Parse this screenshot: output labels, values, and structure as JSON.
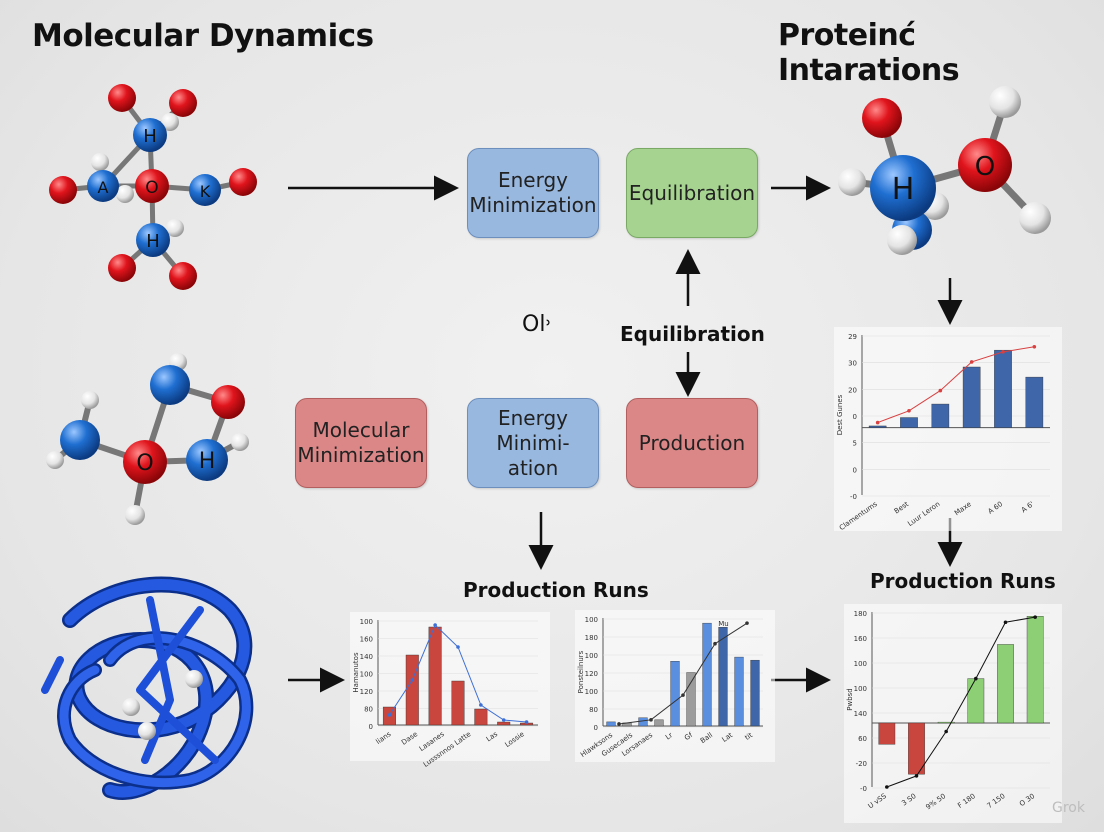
{
  "titles": {
    "left": "Molecular Dynamics",
    "right": "Proteinć Intarations"
  },
  "boxes": {
    "energy_min_top": "Energy\nMinimization",
    "equilibration_top": "Equilibration",
    "molecular_min": "Molecular\nMinimization",
    "energy_min_mid": "Energy\nMinimi-\nation",
    "production": "Production"
  },
  "labels": {
    "equilibration_mid": "Equilibration",
    "production_runs_mid": "Production Runs",
    "production_runs_right": "Production Runs",
    "stray_glyph": "Ol˒"
  },
  "atoms": {
    "h": "H",
    "o": "O",
    "a": "A",
    "k": "K"
  },
  "colors": {
    "oxygen": "#d8141c",
    "hydrogen_center": "#1f6fd1",
    "white_atom": "#f4f4f4",
    "ribbon": "#1d4fd8",
    "bar_red": "#c9463f",
    "bar_blue": "#3e66a8",
    "bar_green": "#8ccf74",
    "bar_gray": "#9c9c9c"
  },
  "chart_data": [
    {
      "type": "bar",
      "ylabel": "Dest Gunes",
      "yticks": [
        "29",
        "30",
        "20",
        "0",
        "5",
        "0",
        "-0"
      ],
      "categories": [
        "Clamentums",
        "Best",
        "Luur Leron",
        "Maxe",
        "A 60",
        "A 6'"
      ],
      "values": [
        1,
        6,
        14,
        36,
        46,
        30
      ],
      "line": [
        3,
        10,
        22,
        39,
        45,
        48
      ],
      "colors": [
        "#3e66a8",
        "#3e66a8",
        "#3e66a8",
        "#3e66a8",
        "#3e66a8",
        "#3e66a8"
      ],
      "line_color": "#d94040",
      "ylim": [
        -40,
        55
      ]
    },
    {
      "type": "bar",
      "ylabel": "Hamanutos",
      "yticks": [
        "100",
        "160",
        "140",
        "100",
        "120",
        "80",
        "0"
      ],
      "categories": [
        "lians",
        "Dase",
        "Lasanes",
        "Lusssnnos Latte",
        "Las",
        "Lossie"
      ],
      "values": [
        18,
        70,
        98,
        44,
        16,
        3,
        2
      ],
      "line": [
        10,
        45,
        100,
        78,
        20,
        5,
        3
      ],
      "colors": [
        "#c9463f",
        "#c9463f",
        "#c9463f",
        "#c9463f",
        "#c9463f",
        "#c9463f",
        "#c9463f"
      ],
      "line_color": "#3d6fd6",
      "ylim": [
        0,
        105
      ]
    },
    {
      "type": "bar",
      "ylabel": "Ponsteilnurs",
      "yticks": [
        "100",
        "180",
        "100",
        "120",
        "100",
        "80",
        "0"
      ],
      "categories": [
        "Hlawksons",
        "Gusecaels",
        "Lorsanaes",
        "Lr",
        "Gf",
        "Ball",
        "Lat",
        "tit"
      ],
      "values": [
        4,
        3,
        8,
        6,
        63,
        52,
        100,
        96,
        67,
        64
      ],
      "line": [
        2,
        6,
        30,
        80,
        100
      ],
      "colors": [
        "#5a8fe0",
        "#9c9c9c",
        "#5a8fe0",
        "#9c9c9c",
        "#5a8fe0",
        "#9c9c9c",
        "#5a8fe0",
        "#3e66a8",
        "#5a8fe0",
        "#3e66a8"
      ],
      "annotation": "Mu",
      "line_color": "#333333",
      "ylim": [
        0,
        105
      ]
    },
    {
      "type": "bar",
      "ylabel": "Pwbsd",
      "yticks": [
        "180",
        "160",
        "100",
        "100",
        "140",
        "60",
        "-20",
        "-0"
      ],
      "categories": [
        "U vSS",
        "3 S0",
        "9% 50",
        "F 180",
        "7 150",
        "O 30"
      ],
      "values": [
        -25,
        -60,
        1,
        52,
        92,
        125
      ],
      "line": [
        -75,
        -62,
        -10,
        52,
        118,
        124
      ],
      "colors": [
        "#c9463f",
        "#c9463f",
        "#8ccf74",
        "#8ccf74",
        "#8ccf74",
        "#8ccf74"
      ],
      "line_color": "#111111",
      "ylim": [
        -75,
        130
      ]
    }
  ],
  "watermark": "Grok"
}
